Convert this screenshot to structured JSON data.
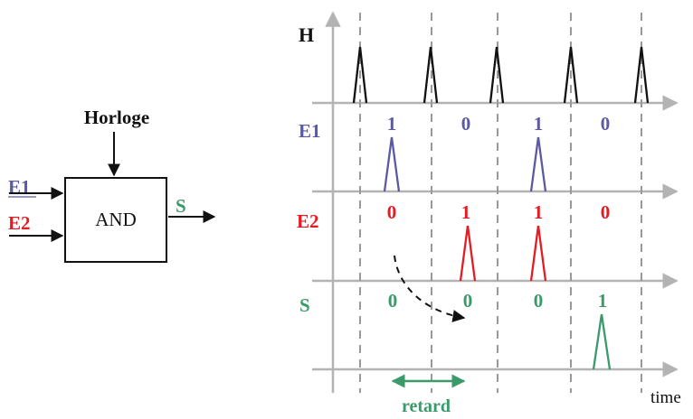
{
  "block": {
    "label": "AND",
    "clock_label": "Horloge",
    "inputs": [
      "E1",
      "E2"
    ],
    "output": "S"
  },
  "timing": {
    "rows": [
      "H",
      "E1",
      "E2",
      "S"
    ],
    "time_label": "time",
    "delay_label": "retard",
    "e1_values": [
      "1",
      "0",
      "1",
      "0"
    ],
    "e2_values": [
      "0",
      "1",
      "1",
      "0"
    ],
    "s_values": [
      "0",
      "0",
      "0",
      "1"
    ]
  },
  "colors": {
    "e1": "#5b5aa0",
    "e2": "#e31b23",
    "s": "#3a9a6a",
    "axis": "#b3b3b3",
    "ink": "#111111"
  }
}
